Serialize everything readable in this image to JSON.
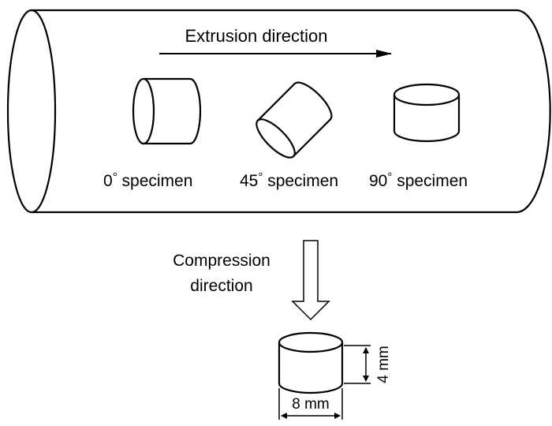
{
  "figure": {
    "extrusion_label": "Extrusion direction",
    "specimens": [
      {
        "angle": "0",
        "suffix": " specimen"
      },
      {
        "angle": "45",
        "suffix": " specimen"
      },
      {
        "angle": "90",
        "suffix": " specimen"
      }
    ],
    "degree_symbol": "°",
    "compression_label_line1": "Compression",
    "compression_label_line2": "direction",
    "height_dimension": "4 mm",
    "diameter_dimension": "8 mm"
  },
  "colors": {
    "ink": "#000000",
    "background": "#ffffff"
  }
}
